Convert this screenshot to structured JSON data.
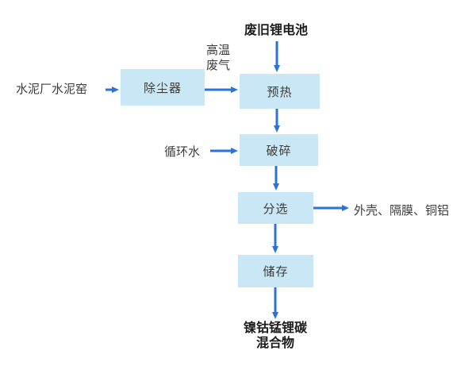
{
  "colors": {
    "box_fill": "#c9e7f5",
    "arrow": "#2b73d8",
    "text": "#3c3c3c",
    "bold_text": "#1c1c1c"
  },
  "nodes": {
    "dust_remover": "除尘器",
    "preheat": "预热",
    "crush": "破碎",
    "sort": "分选",
    "store": "储存"
  },
  "labels": {
    "waste_battery": "废旧锂电池",
    "hot_gas": "高温\n废气",
    "cement_kiln": "水泥厂水泥窑",
    "circulating_water": "循环水",
    "outputs": "外壳、隔膜、铜铝",
    "mixture": "镍钴锰锂碳\n混合物"
  }
}
